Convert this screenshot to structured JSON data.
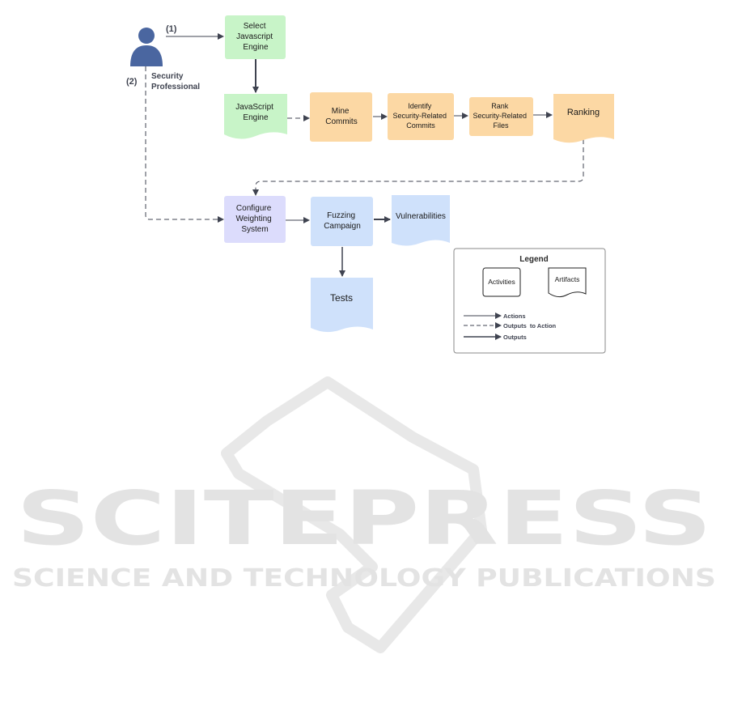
{
  "actor": {
    "name_line1": "Security",
    "name_line2": "Professional",
    "step1_label": "(1)",
    "step2_label": "(2)"
  },
  "nodes": {
    "select_engine": [
      "Select",
      "Javascript",
      "Engine"
    ],
    "javascript_engine": [
      "JavaScript",
      "Engine"
    ],
    "mine_commits": [
      "Mine",
      "Commits"
    ],
    "identify_commits": [
      "Identify",
      "Security-Related",
      "Commits"
    ],
    "rank_files": [
      "Rank",
      "Security-Related",
      "Files"
    ],
    "ranking": [
      "Ranking"
    ],
    "configure_weighting": [
      "Configure",
      "Weighting",
      "System"
    ],
    "fuzzing_campaign": [
      "Fuzzing",
      "Campaign"
    ],
    "vulnerabilities": [
      "Vulnerabilities"
    ],
    "tests": [
      "Tests"
    ]
  },
  "legend": {
    "title": "Legend",
    "activities": "Activities",
    "artifacts": "Artifacts",
    "actions": "Actions",
    "outputs_to_action": "Outputs  to Action",
    "outputs": "Outputs"
  },
  "watermark": {
    "main": "SCITEPRESS",
    "sub": "SCIENCE AND TECHNOLOGY PUBLICATIONS"
  },
  "colors": {
    "green": "#c8f4c8",
    "orange": "#fcd8a4",
    "purple": "#dcdcfc",
    "blue": "#cfe1fb",
    "actor": "#4a66a0",
    "line": "#3f4350",
    "watermark": "#e6e6e6"
  }
}
